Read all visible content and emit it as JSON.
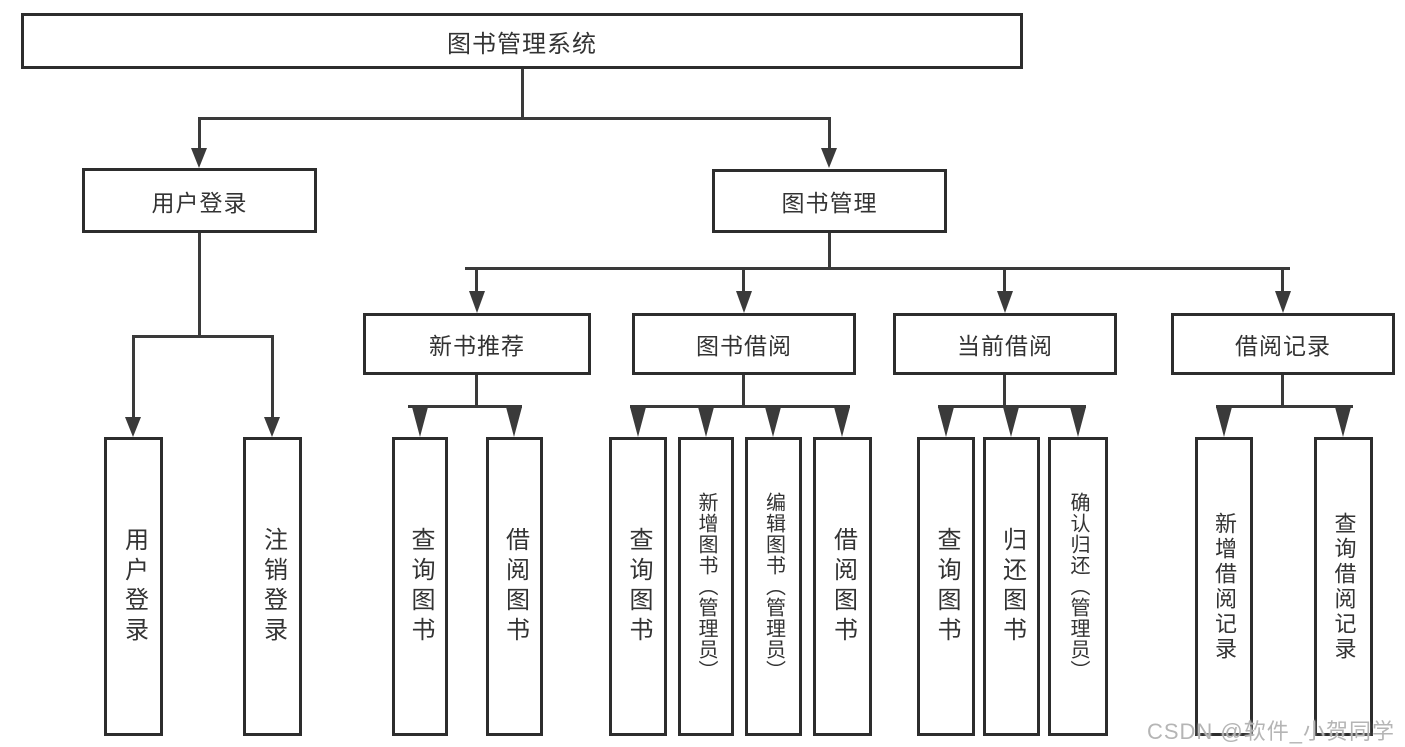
{
  "diagram_title": "图书管理系统",
  "nodes": {
    "root": "图书管理系统",
    "level2": {
      "user_login": "用户登录",
      "book_mgmt": "图书管理"
    },
    "level3": {
      "new_book_rec": "新书推荐",
      "book_borrow": "图书借阅",
      "current_borrow": "当前借阅",
      "borrow_record": "借阅记录"
    },
    "leaves": {
      "user_login_leaf": "用户登录",
      "logout": "注销登录",
      "nb_query_book": "查询图书",
      "nb_borrow_book": "借阅图书",
      "bb_query_book": "查询图书",
      "bb_add_book": "新增图书（管理员）",
      "bb_edit_book": "编辑图书（管理员）",
      "bb_borrow_book": "借阅图书",
      "cb_query_book": "查询图书",
      "cb_return_book": "归还图书",
      "cb_confirm_return": "确认归还（管理员）",
      "br_add_record": "新增借阅记录",
      "br_query_record": "查询借阅记录"
    }
  },
  "watermark": {
    "text": "CSDN @软件_小贺同学"
  },
  "colors": {
    "line": "#3a3a3a",
    "border": "#2d2d2d",
    "text": "#333333",
    "watermark": "#b5b5b5",
    "bg": "#ffffff"
  }
}
